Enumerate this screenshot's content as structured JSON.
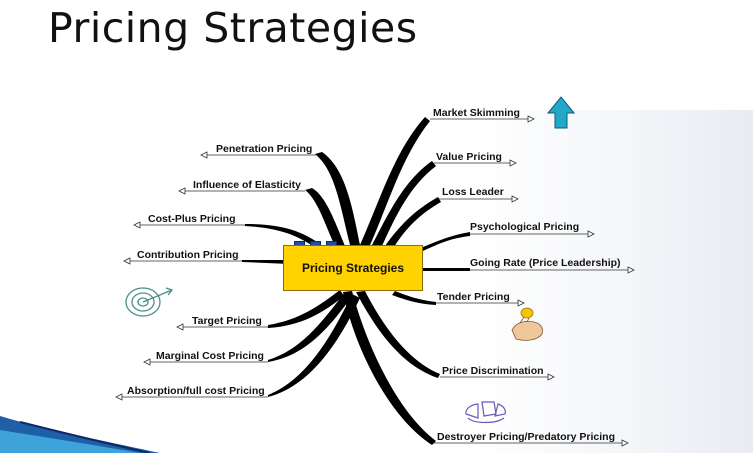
{
  "title": "Pricing Strategies",
  "center": "Pricing Strategies",
  "left": [
    "Penetration Pricing",
    "Influence of Elasticity",
    "Cost-Plus Pricing",
    "Contribution Pricing",
    "Target Pricing",
    "Marginal Cost Pricing",
    "Absorption/full cost Pricing"
  ],
  "right": [
    "Market Skimming",
    "Value Pricing",
    "Loss Leader",
    "Psychological Pricing",
    "Going Rate (Price Leadership)",
    "Tender Pricing",
    "Price Discrimination",
    "Destroyer Pricing/Predatory Pricing"
  ],
  "icons": [
    "up-arrow-icon",
    "target-icon",
    "coin-hand-icon",
    "pie-chart-icon"
  ],
  "colors": {
    "hub": "#ffd200",
    "branch": "#000000",
    "arrow_icon": "#22a7c9",
    "title": "#111111"
  }
}
